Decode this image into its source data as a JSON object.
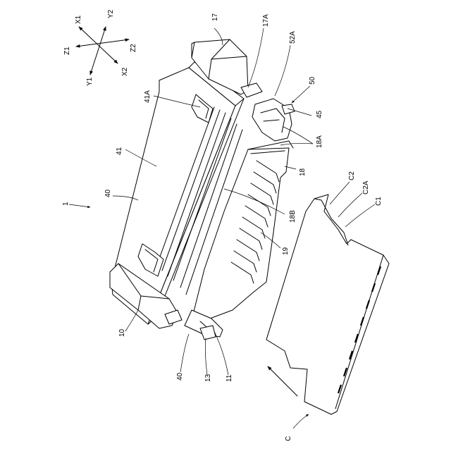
{
  "axes": {
    "x1": "X1",
    "x2": "X2",
    "y1": "Y1",
    "y2": "Y2",
    "z1": "Z1",
    "z2": "Z2"
  },
  "labels": {
    "connector": "1",
    "housing": "10",
    "part_11": "11",
    "part_13": "13",
    "part_17": "17",
    "part_17a": "17A",
    "part_18": "18",
    "part_18a": "18A",
    "part_18b": "18B",
    "part_19": "19",
    "shell_40_top": "40",
    "shell_40_bottom": "40",
    "part_41": "41",
    "part_41a": "41A",
    "part_45": "45",
    "part_50": "50",
    "part_52a": "52A",
    "cable": "C",
    "c1": "C1",
    "c2": "C2",
    "c2a": "C2A"
  }
}
